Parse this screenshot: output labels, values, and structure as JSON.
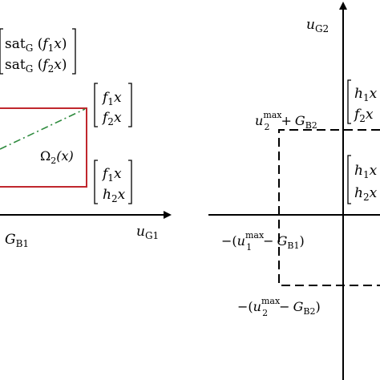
{
  "left_panel": {
    "top_vector": {
      "row1": {
        "fn": "sat",
        "sub": "G",
        "arg_a": "f",
        "arg_sub": "1",
        "arg_b": "x"
      },
      "row2": {
        "fn": "sat",
        "sub": "G",
        "arg_a": "f",
        "arg_sub": "2",
        "arg_b": "x"
      }
    },
    "vector_f": {
      "row1": {
        "a": "f",
        "sub": "1",
        "b": "x"
      },
      "row2": {
        "a": "f",
        "sub": "2",
        "b": "x"
      }
    },
    "vector_fh": {
      "row1": {
        "a": "f",
        "sub": "1",
        "b": "x"
      },
      "row2": {
        "a": "h",
        "sub": "2",
        "b": "x"
      }
    },
    "region_label": {
      "sym": "Ω",
      "sub": "2",
      "arg": "(x)"
    },
    "x_axis_label": {
      "base": "u",
      "sub": "G1"
    },
    "tick_label": {
      "base": "G",
      "sub": "B1"
    }
  },
  "right_panel": {
    "y_axis_label": {
      "base": "u",
      "sub": "G2"
    },
    "top_left_corner_label": {
      "u": "u",
      "sub": "2",
      "sup": "max",
      "op": "+",
      "g": "G",
      "g_sub": "B2"
    },
    "left_tick_label": {
      "open": "−(",
      "u": "u",
      "sub": "1",
      "sup": "max",
      "op": "−",
      "g": "G",
      "g_sub": "B1",
      "close": ")"
    },
    "bottom_tick_label": {
      "open": "−(",
      "u": "u",
      "sub": "2",
      "sup": "max",
      "op": "−",
      "g": "G",
      "g_sub": "B2",
      "close": ")"
    },
    "vector_h1f2": {
      "row1": {
        "a": "h",
        "sub": "1",
        "b": "x"
      },
      "row2": {
        "a": "f",
        "sub": "2",
        "b": "x"
      }
    },
    "vector_h1h2": {
      "row1": {
        "a": "h",
        "sub": "1",
        "b": "x"
      },
      "row2": {
        "a": "h",
        "sub": "2",
        "b": "x"
      }
    }
  },
  "colors": {
    "region_border": "#c0272d",
    "dashed_line": "#2e8b3e",
    "axes": "#000000"
  }
}
